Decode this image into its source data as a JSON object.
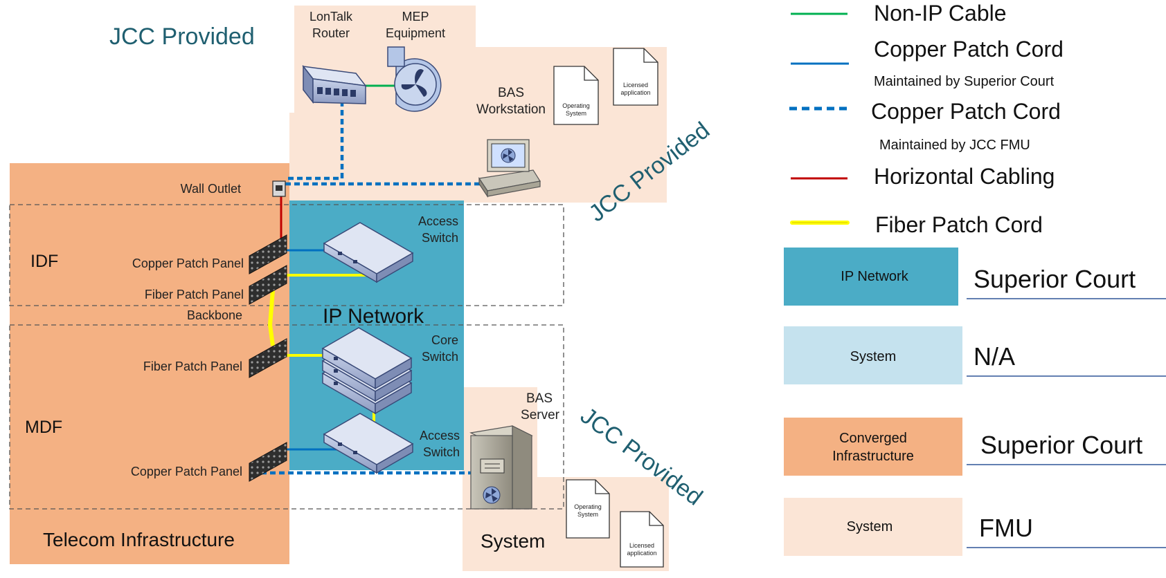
{
  "colors": {
    "converged": "#f4b183",
    "system_zone": "#fbe5d6",
    "ip_network": "#4bacc6",
    "system_na": "#c5e2ee",
    "non_ip_cable": "#00b050",
    "copper_patch": "#0070c0",
    "horizontal_cabling": "#c00000",
    "fiber_patch": "#ffff00",
    "jcc_text": "#1f5f70",
    "device_fill": "#b4c0dc"
  },
  "diagram": {
    "jcc_provided_top": "JCC Provided",
    "jcc_provided_middle": "JCC Provided",
    "jcc_provided_bottom": "JCC Provided",
    "lontalk_router": [
      "LonTalk",
      "Router"
    ],
    "mep_equipment": [
      "MEP",
      "Equipment"
    ],
    "bas_workstation": [
      "BAS",
      "Workstation"
    ],
    "bas_server": [
      "BAS",
      "Server"
    ],
    "operating_system_doc": [
      "Operating",
      "System"
    ],
    "licensed_application_doc": [
      "Licensed",
      "application"
    ],
    "wall_outlet": "Wall Outlet",
    "idf": "IDF",
    "mdf": "MDF",
    "copper_patch_panel": "Copper Patch Panel",
    "fiber_patch_panel": "Fiber Patch Panel",
    "backbone": "Backbone",
    "ip_network": "IP Network",
    "access_switch": [
      "Access",
      "Switch"
    ],
    "core_switch": [
      "Core",
      "Switch"
    ],
    "telecom_infrastructure": "Telecom Infrastructure",
    "system": "System"
  },
  "legend": {
    "lines": [
      {
        "label": "Non-IP Cable",
        "sublabel": "",
        "style": "solid",
        "color_key": "non_ip_cable"
      },
      {
        "label": "Copper Patch Cord",
        "sublabel": "Maintained by Superior Court",
        "style": "solid",
        "color_key": "copper_patch"
      },
      {
        "label": "Copper Patch Cord",
        "sublabel": "Maintained by JCC FMU",
        "style": "dashed",
        "color_key": "copper_patch"
      },
      {
        "label": "Horizontal Cabling",
        "sublabel": "",
        "style": "solid",
        "color_key": "horizontal_cabling"
      },
      {
        "label": "Fiber Patch Cord",
        "sublabel": "",
        "style": "solid",
        "color_key": "fiber_patch"
      }
    ],
    "boxes": [
      {
        "label": "IP Network",
        "owner": "Superior Court",
        "color_key": "ip_network"
      },
      {
        "label": "System",
        "owner": "N/A",
        "color_key": "system_na"
      },
      {
        "label": "Converged Infrastructure",
        "owner": "Superior Court",
        "color_key": "converged"
      },
      {
        "label": "System",
        "owner": "FMU",
        "color_key": "system_zone"
      }
    ]
  }
}
